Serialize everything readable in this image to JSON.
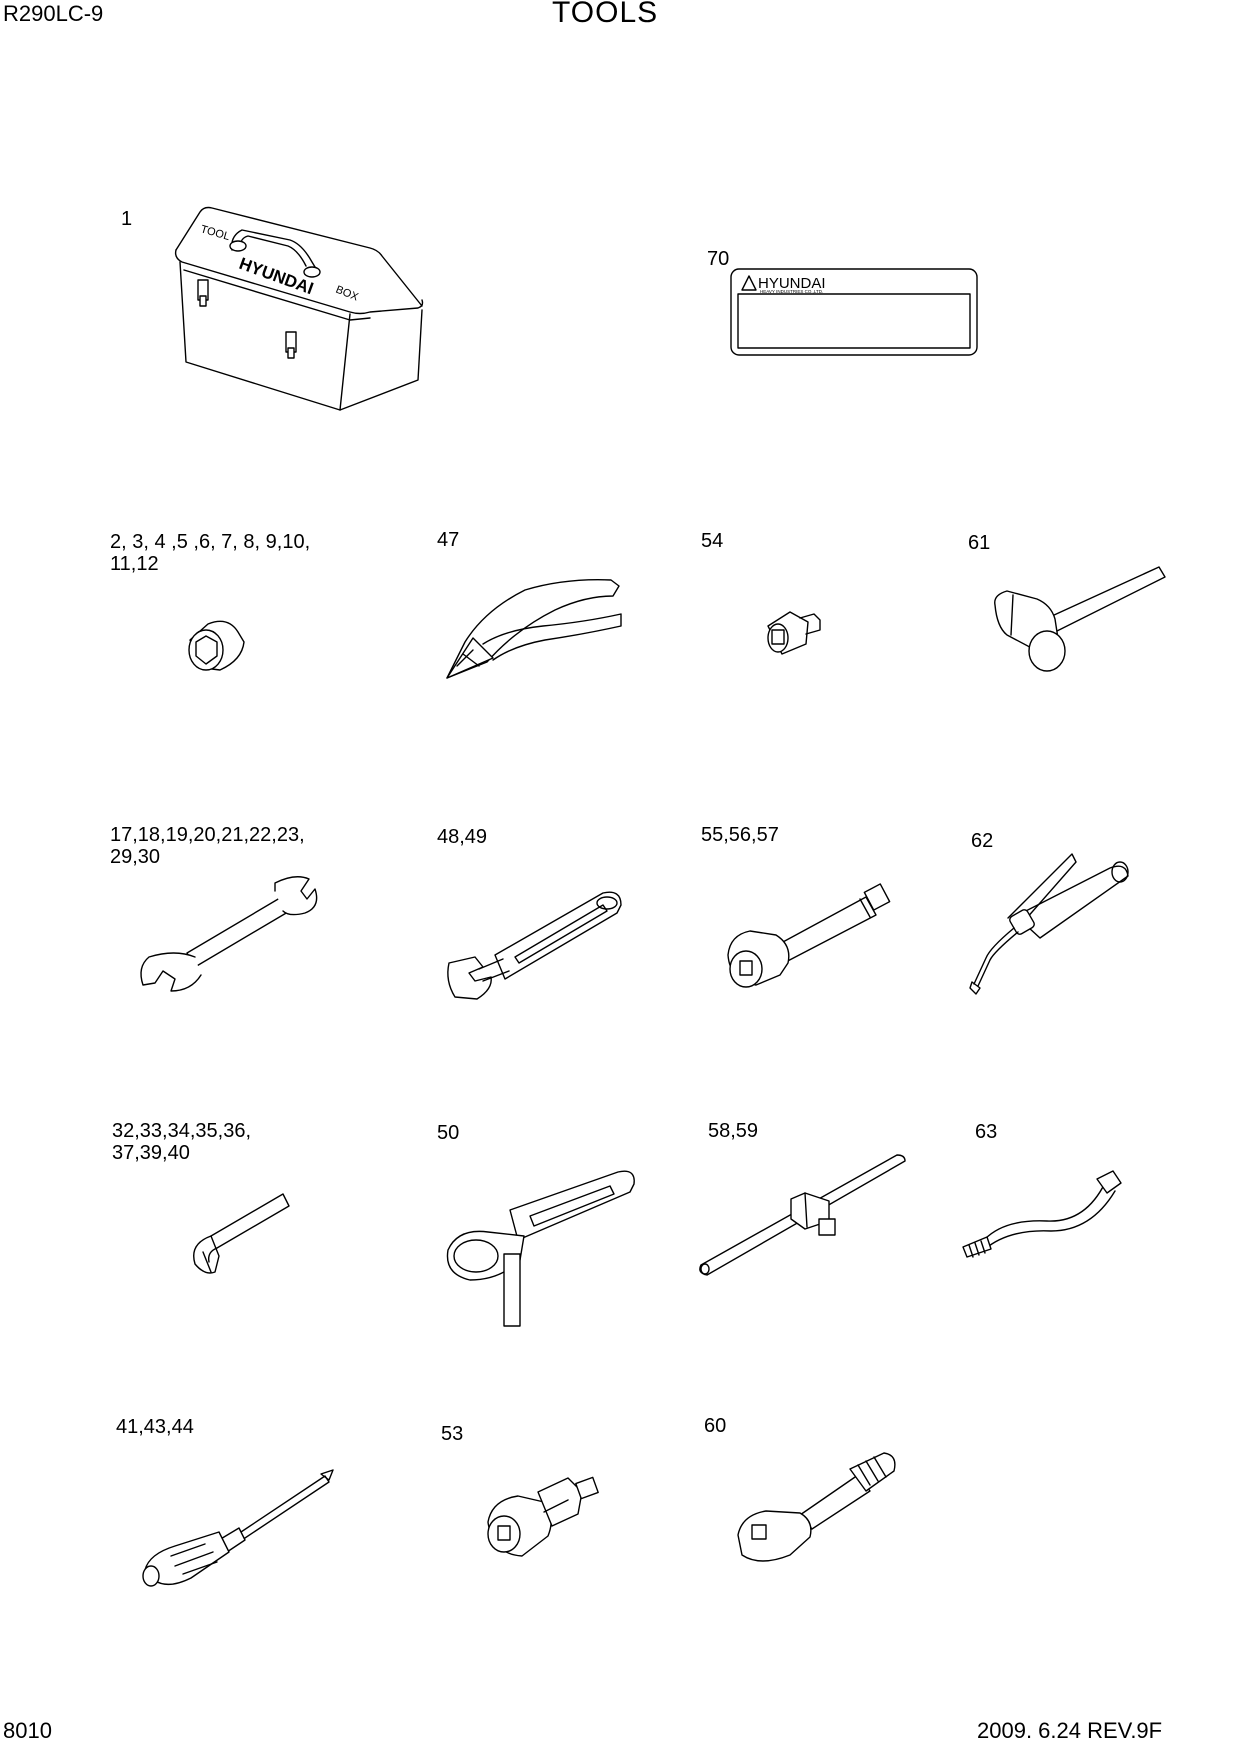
{
  "header": {
    "model": "R290LC-9",
    "title": "TOOLS"
  },
  "footer": {
    "page": "8010",
    "revision": "2009. 6.24  REV.9F"
  },
  "toolbox": {
    "label_left": "TOOL",
    "label_right": "BOX",
    "brand": "HYUNDAI"
  },
  "decal": {
    "brand": "HYUNDAI",
    "subline": "HEAVY INDUSTRIES CO.,LTD."
  },
  "callouts": {
    "toolbox": "1",
    "decal": "70",
    "socket": "2, 3, 4 ,5 ,6, 7, 8, 9,10,\n11,12",
    "pliers": "47",
    "adapter": "54",
    "hammer": "61",
    "spanner": "17,18,19,20,21,22,23,\n29,30",
    "adjustable_wrench": "48,49",
    "extension_bar": "55,56,57",
    "grease_gun": "62",
    "hex_key": "32,33,34,35,36,\n37,39,40",
    "filter_wrench": "50",
    "t_handle": "58,59",
    "grease_hose": "63",
    "screwdriver": "41,43,44",
    "universal_joint": "53",
    "ratchet": "60"
  }
}
